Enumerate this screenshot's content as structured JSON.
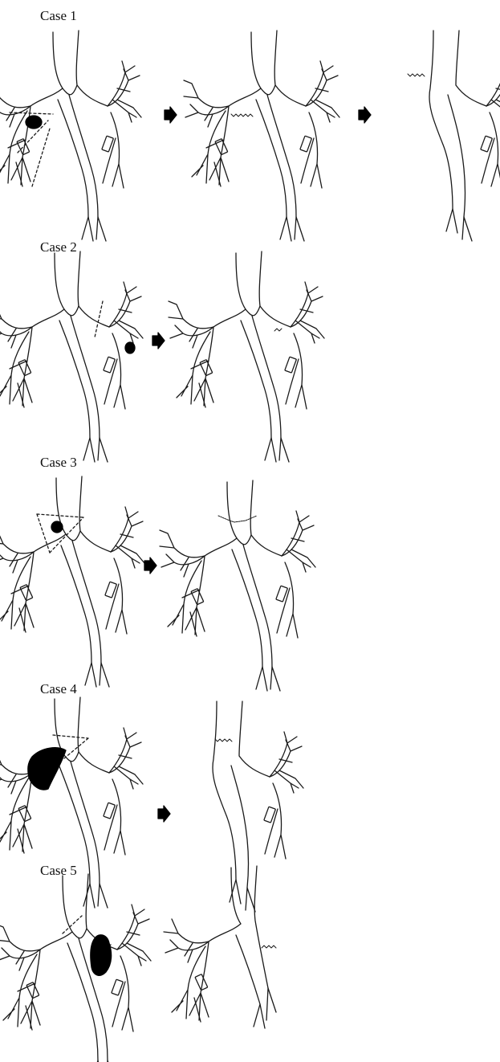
{
  "cases": [
    {
      "label": "Case 1",
      "steps": [
        "tumor-with-resection-lines",
        "sleeve-anastomosis",
        "resected-airway"
      ]
    },
    {
      "label": "Case 2",
      "steps": [
        "tumor-with-resection-line",
        "resected-airway"
      ]
    },
    {
      "label": "Case 3",
      "steps": [
        "carinal-tumor-with-resection-lines",
        "carinal-reconstruction"
      ]
    },
    {
      "label": "Case 4",
      "steps": [
        "tumor-with-resection-lines",
        "resected-airway"
      ]
    },
    {
      "label": "Case 5",
      "steps": [
        "tumor-with-resection-line",
        "resected-airway"
      ]
    }
  ],
  "colors": {
    "line": "#1a1a1a",
    "tumor": "#000000",
    "background": "#ffffff"
  }
}
